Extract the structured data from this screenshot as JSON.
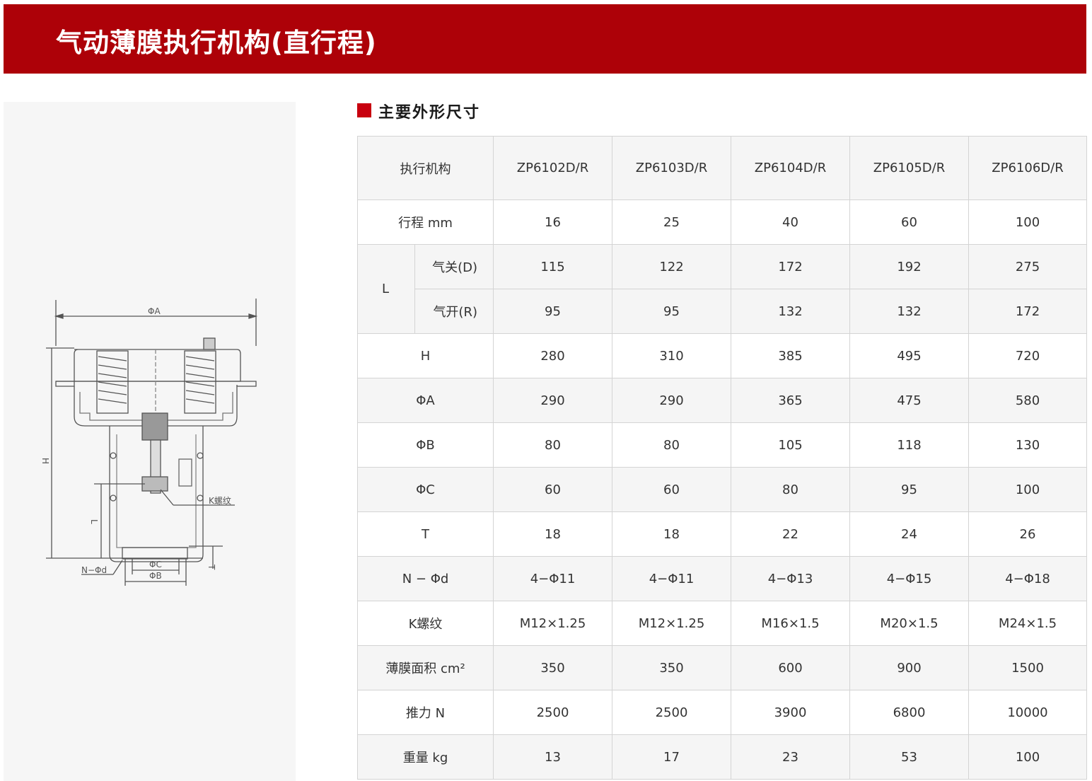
{
  "banner": {
    "title": "气动薄膜执行机构(直行程)",
    "color": "#ad0108"
  },
  "section": {
    "title": "主要外形尺寸",
    "marker_color": "#c8000f"
  },
  "drawing": {
    "labels": {
      "phi_a": "ΦA",
      "h": "H",
      "l": "L",
      "k_thread": "K螺纹",
      "n_phi_d": "N−Φd",
      "phi_c": "ΦC",
      "phi_b": "ΦB",
      "t": "T"
    }
  },
  "table": {
    "header": {
      "label": "执行机构",
      "models": [
        "ZP6102D/R",
        "ZP6103D/R",
        "ZP6104D/R",
        "ZP6105D/R",
        "ZP6106D/R"
      ]
    },
    "stroke": {
      "label": "行程 mm",
      "values": [
        "16",
        "25",
        "40",
        "60",
        "100"
      ]
    },
    "l_group": {
      "label": "L",
      "closed": {
        "label": "气关(D)",
        "values": [
          "115",
          "122",
          "172",
          "192",
          "275"
        ]
      },
      "open": {
        "label": "气开(R)",
        "values": [
          "95",
          "95",
          "132",
          "132",
          "172"
        ]
      }
    },
    "rows": [
      {
        "label": "H",
        "values": [
          "280",
          "310",
          "385",
          "495",
          "720"
        ]
      },
      {
        "label": "ΦA",
        "values": [
          "290",
          "290",
          "365",
          "475",
          "580"
        ]
      },
      {
        "label": "ΦB",
        "values": [
          "80",
          "80",
          "105",
          "118",
          "130"
        ]
      },
      {
        "label": "ΦC",
        "values": [
          "60",
          "60",
          "80",
          "95",
          "100"
        ]
      },
      {
        "label": "T",
        "values": [
          "18",
          "18",
          "22",
          "24",
          "26"
        ]
      },
      {
        "label": "N − Φd",
        "values": [
          "4−Φ11",
          "4−Φ11",
          "4−Φ13",
          "4−Φ15",
          "4−Φ18"
        ]
      },
      {
        "label": "K螺纹",
        "values": [
          "M12×1.25",
          "M12×1.25",
          "M16×1.5",
          "M20×1.5",
          "M24×1.5"
        ]
      },
      {
        "label": "薄膜面积 cm²",
        "values": [
          "350",
          "350",
          "600",
          "900",
          "1500"
        ]
      },
      {
        "label": "推力 N",
        "values": [
          "2500",
          "2500",
          "3900",
          "6800",
          "10000"
        ]
      },
      {
        "label": "重量 kg",
        "values": [
          "13",
          "17",
          "23",
          "53",
          "100"
        ]
      }
    ]
  }
}
